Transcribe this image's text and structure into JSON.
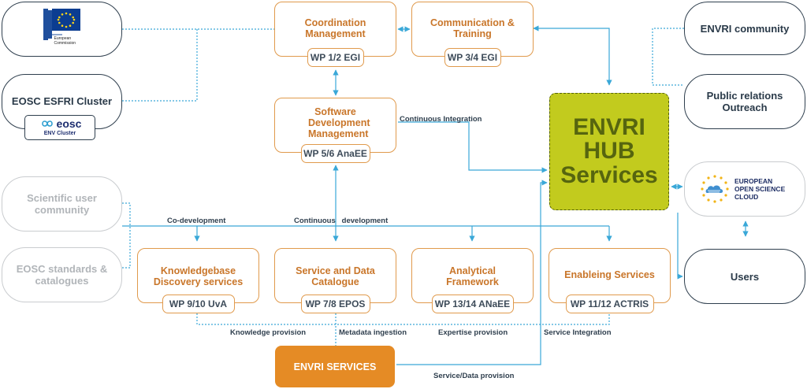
{
  "wp_boxes": {
    "coordination": {
      "title": "Coordination Management",
      "tag": "WP 1/2 EGI"
    },
    "communication": {
      "title": "Communication & Training",
      "tag": "WP 3/4 EGI"
    },
    "software": {
      "title": "Software Development Management",
      "tag": "WP 5/6 AnaEE"
    },
    "knowledgebase": {
      "title": "Knowledgebase Discovery services",
      "tag": "WP 9/10 UvA"
    },
    "service_data": {
      "title": "Service and Data Catalogue",
      "tag": "WP 7/8 EPOS"
    },
    "analytical": {
      "title": "Analytical Framework",
      "tag": "WP 13/14 ANaEE"
    },
    "enableing": {
      "title": "Enableing Services",
      "tag": "WP 11/12 ACTRIS"
    }
  },
  "hub": {
    "line1": "ENVRI",
    "line2": "HUB",
    "line3": "Services"
  },
  "envri_services": "ENVRI SERVICES",
  "pills": {
    "eosc_esfri": "EOSC ESFRI Cluster",
    "scientific_user": "Scientific user community",
    "eosc_standards": "EOSC standards & catalogues",
    "envri_community": "ENVRI community",
    "public_relations": "Public relations Outreach",
    "users": "Users"
  },
  "logos": {
    "ec_line1": "European",
    "ec_line2": "Commission",
    "eosc_wordmark": "eosc",
    "eosc_cluster": "ENV Cluster",
    "eosc_cloud": "EUROPEAN OPEN SCIENCE CLOUD"
  },
  "edge_labels": {
    "continuous_integration": "Continuous Integration",
    "co_development": "Co-development",
    "continuous_development": "Continuous   development",
    "knowledge_provision": "Knowledge provision",
    "metadata_ingestion": "Metadata ingestion",
    "expertise_provision": "Expertise provision",
    "service_integration": "Service Integration",
    "service_data_provision": "Service/Data provision"
  },
  "colors": {
    "orange": "#e09a4c",
    "blue_line": "#3aa8d8",
    "hub_fill": "#c2cb1e",
    "dark_text": "#2f3f4e",
    "services_fill": "#e58b25"
  }
}
